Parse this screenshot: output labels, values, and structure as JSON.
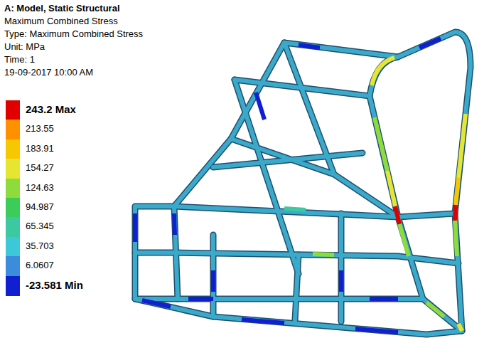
{
  "diagram": {
    "title": "A: Model, Static Structural",
    "labels": [
      "Maximum Combined Stress",
      "Type: Maximum Combined Stress",
      "Unit: MPa",
      "Time: 1",
      "19-09-2017 10:00 AM"
    ],
    "legend": [
      {
        "text": "243.2 Max",
        "color": "#e00000"
      },
      {
        "text": "213.55",
        "color": "#ff9000"
      },
      {
        "text": "183.91",
        "color": "#f7c800"
      },
      {
        "text": "154.27",
        "color": "#e6e632"
      },
      {
        "text": "124.63",
        "color": "#8edb3c"
      },
      {
        "text": "94.987",
        "color": "#3ccc5a"
      },
      {
        "text": "65.345",
        "color": "#3cc8a0"
      },
      {
        "text": "35.703",
        "color": "#3cc8d8"
      },
      {
        "text": "6.0607",
        "color": "#3c8cdc"
      },
      {
        "text": "-23.581 Min",
        "color": "#1020d0"
      }
    ]
  }
}
